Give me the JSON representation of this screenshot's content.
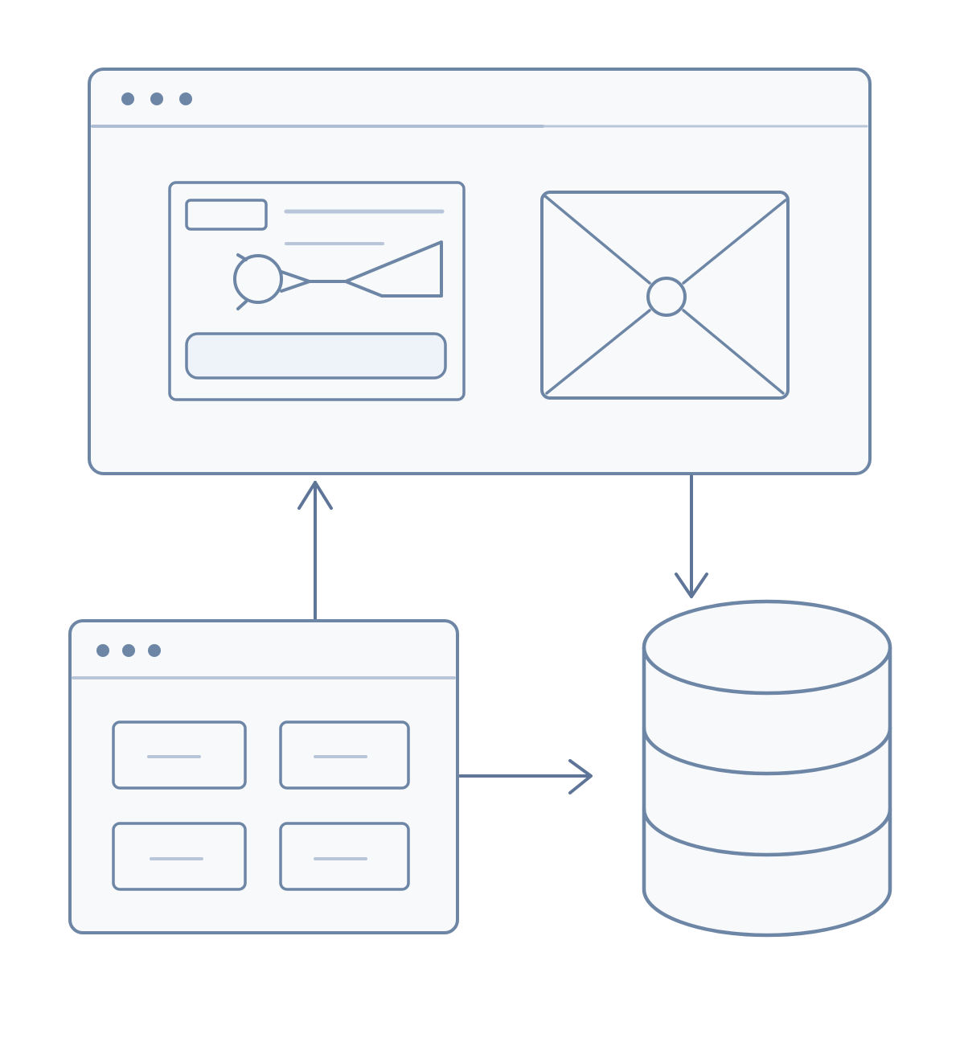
{
  "colors": {
    "background": "#ffffff",
    "panel_fill": "#f7f9fb",
    "stroke": "#6e86a6",
    "stroke_light": "#aebdd3",
    "button_fill": "#eef3fa",
    "arrow": "#5f7597"
  },
  "icons": {
    "main_window": "browser-window-icon",
    "image_placeholder": "image-placeholder-icon",
    "node_graph": "node-graph-icon",
    "small_window": "browser-window-icon",
    "database": "database-icon",
    "arrow_up": "arrow-up-icon",
    "arrow_down": "arrow-down-icon",
    "arrow_right": "arrow-right-icon"
  },
  "flows": [
    {
      "from": "small-window",
      "to": "main-window",
      "direction": "up"
    },
    {
      "from": "main-window",
      "to": "database",
      "direction": "down"
    },
    {
      "from": "small-window",
      "to": "database",
      "direction": "right"
    }
  ]
}
